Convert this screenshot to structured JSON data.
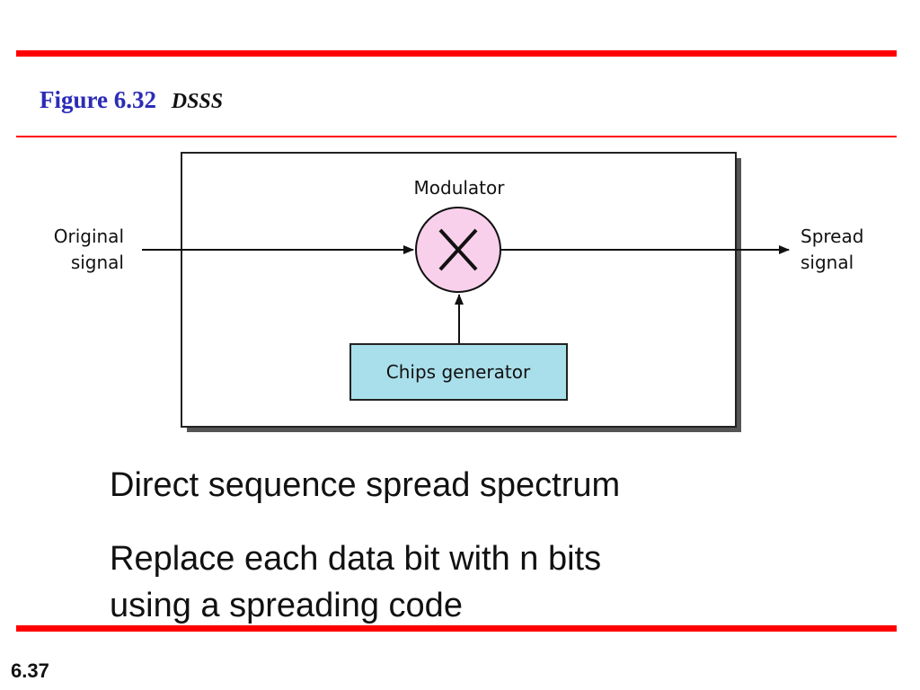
{
  "slide": {
    "figure_number": "Figure 6.32",
    "figure_caption": "DSSS",
    "page_number": "6.37"
  },
  "diagram": {
    "modulator_label": "Modulator",
    "input_label": [
      "Original",
      "signal"
    ],
    "output_label": [
      "Spread",
      "signal"
    ],
    "chips_label": "Chips generator",
    "colors": {
      "modulator_fill": "#f9d0ec",
      "chips_fill": "#a9dfea",
      "accent_red": "#ff0000",
      "title_blue": "#2b2bb8"
    }
  },
  "bullets": [
    "Direct sequence spread spectrum",
    "Replace each data bit with n bits",
    "using a spreading code"
  ]
}
